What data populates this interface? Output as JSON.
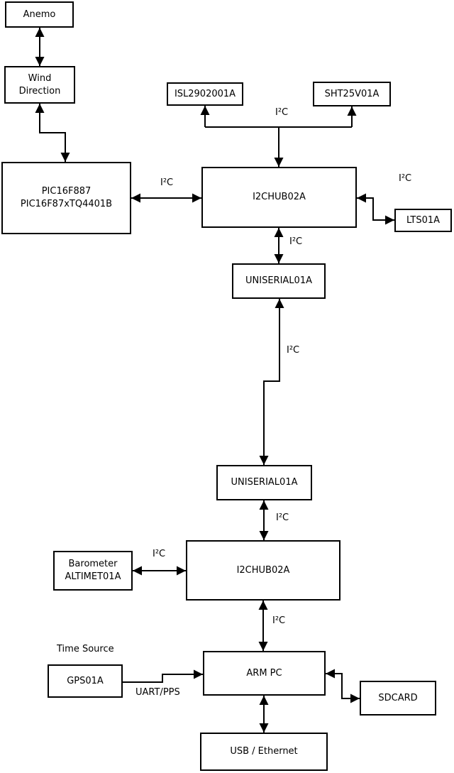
{
  "diagram": {
    "background_color": "#ffffff",
    "line_color": "#000000",
    "text_color": "#000000"
  },
  "nodes": {
    "anemo": {
      "label": "Anemo"
    },
    "wind_direction": {
      "line1": "Wind",
      "line2": "Direction"
    },
    "pic": {
      "line1": "PIC16F887",
      "line2": "PIC16F87xTQ4401B"
    },
    "isl2902001a": {
      "label": "ISL2902001A"
    },
    "sht25v01a": {
      "label": "SHT25V01A"
    },
    "i2chub_top": {
      "label": "I2CHUB02A"
    },
    "lts01a": {
      "label": "LTS01A"
    },
    "uniserial_top": {
      "label": "UNISERIAL01A"
    },
    "uniserial_bottom": {
      "label": "UNISERIAL01A"
    },
    "barometer": {
      "line1": "Barometer",
      "line2": "ALTIMET01A"
    },
    "i2chub_bottom": {
      "label": "I2CHUB02A"
    },
    "gps01a": {
      "label": "GPS01A"
    },
    "arm_pc": {
      "label": "ARM PC"
    },
    "sdcard": {
      "label": "SDCARD"
    },
    "usb_ethernet": {
      "label": "USB / Ethernet"
    }
  },
  "edge_labels": {
    "top_bus_i2c": "I²C",
    "pic_hub_i2c": "I²C",
    "hub_lts_i2c": "I²C",
    "hub_uniserial_i2c": "I²C",
    "uniserial_link_i2c": "I²C",
    "uniserial_hub2_i2c": "I²C",
    "barometer_hub2_i2c": "I²C",
    "hub2_armpc_i2c": "I²C",
    "gps_armpc": "UART/PPS"
  },
  "annotations": {
    "time_source": "Time Source"
  }
}
